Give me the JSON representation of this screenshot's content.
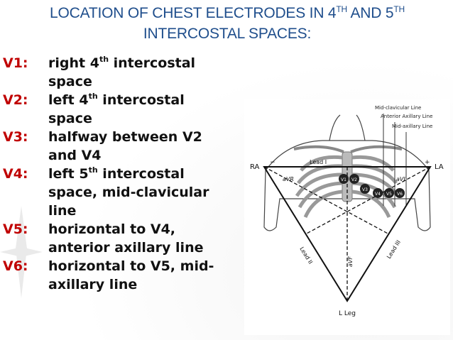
{
  "title": {
    "line1_prefix": "LOCATION OF CHEST ELECTRODES IN 4",
    "sup1": "TH",
    "line1_mid": " AND 5",
    "sup2": "TH",
    "line2": "INTERCOSTAL SPACES:"
  },
  "electrodes": [
    {
      "label": "V1:",
      "pre": "right 4",
      "sup": "th",
      "post": " intercostal",
      "line2": "space"
    },
    {
      "label": "V2:",
      "pre": "left 4",
      "sup": "th",
      "post": " intercostal",
      "line2": "space"
    },
    {
      "label": "V3:",
      "pre": "halfway between V2",
      "sup": "",
      "post": "",
      "line2": "and V4"
    },
    {
      "label": "V4:",
      "pre": "left 5",
      "sup": "th",
      "post": " intercostal",
      "line2": "space, mid-clavicular",
      "line3": "line"
    },
    {
      "label": "V5:",
      "pre": "horizontal to V4,",
      "sup": "",
      "post": "",
      "line2": "anterior axillary line"
    },
    {
      "label": "V6:",
      "pre": "horizontal to V5, mid-",
      "sup": "",
      "post": "",
      "line2": "axillary line"
    }
  ],
  "diagram": {
    "mid_clavicular": "Mid-clavicular Line",
    "anterior_axillary": "Anterior Axillary Line",
    "mid_axillary": "Mid-axillary Line",
    "ra": "RA",
    "la": "LA",
    "lead1": "Lead I",
    "lead2": "Lead II",
    "lead3": "Lead III",
    "avr": "aVR",
    "avl": "aVL",
    "avf": "aVF",
    "lleg": "L Leg",
    "v1": "V1",
    "v2": "V2",
    "v3": "V3",
    "v4": "V4",
    "v5": "V5",
    "v6": "V6"
  }
}
